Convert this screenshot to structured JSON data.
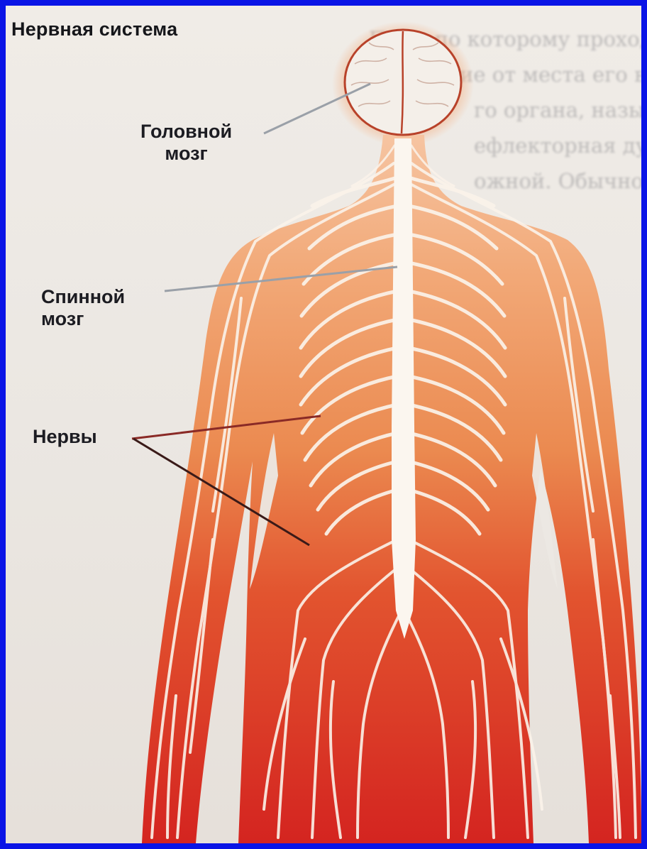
{
  "title": "Нервная система",
  "labels": {
    "brain": [
      "Головной",
      "мозг"
    ],
    "spinal_cord": [
      "Спинной",
      "мозг"
    ],
    "nerves": "Нервы"
  },
  "background_text_lines": [
    "Путь, по которому проходит нервный",
    "ие от места его возникновения до ра",
    "го органа, называется рефлекторной ду",
    "ефлекторная дуга может быть простой",
    "ожной. Обычно в её состав входят чу"
  ],
  "colors": {
    "frame": "#0a14e6",
    "body_top": "#f3b48a",
    "body_bottom": "#d8281e",
    "nerve": "#fbf3ea",
    "paper": "#ece8e3"
  }
}
